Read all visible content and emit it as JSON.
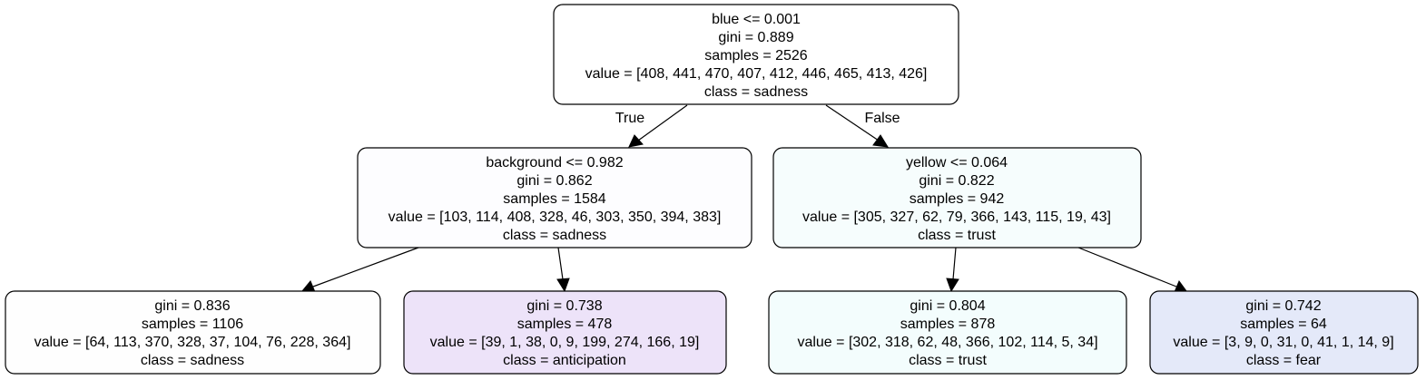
{
  "tree": {
    "nodes": {
      "root": {
        "fill": "#ffffff",
        "lines": [
          "blue <= 0.001",
          "gini = 0.889",
          "samples = 2526",
          "value = [408, 441, 470, 407, 412, 446, 465, 413, 426]",
          "class = sadness"
        ]
      },
      "left": {
        "fill": "#fdfdff",
        "lines": [
          "background <= 0.982",
          "gini = 0.862",
          "samples = 1584",
          "value = [103, 114, 408, 328, 46, 303, 350, 394, 383]",
          "class = sadness"
        ]
      },
      "right": {
        "fill": "#f6fdfd",
        "lines": [
          "yellow <= 0.064",
          "gini = 0.822",
          "samples = 942",
          "value = [305, 327, 62, 79, 366, 143, 115, 19, 43]",
          "class = trust"
        ]
      },
      "ll": {
        "fill": "#fefefe",
        "lines": [
          "gini = 0.836",
          "samples = 1106",
          "value = [64, 113, 370, 328, 37, 104, 76, 228, 364]",
          "class = sadness"
        ]
      },
      "lr": {
        "fill": "#ede3f9",
        "lines": [
          "gini = 0.738",
          "samples = 478",
          "value = [39, 1, 38, 0, 9, 199, 274, 166, 19]",
          "class = anticipation"
        ]
      },
      "rl": {
        "fill": "#f3fdfd",
        "lines": [
          "gini = 0.804",
          "samples = 878",
          "value = [302, 318, 62, 48, 366, 102, 114, 5, 34]",
          "class = trust"
        ]
      },
      "rr": {
        "fill": "#e4e9f9",
        "lines": [
          "gini = 0.742",
          "samples = 64",
          "value = [3, 9, 0, 31, 0, 41, 1, 14, 9]",
          "class = fear"
        ]
      }
    },
    "edge_labels": {
      "root_left": "True",
      "root_right": "False"
    }
  }
}
